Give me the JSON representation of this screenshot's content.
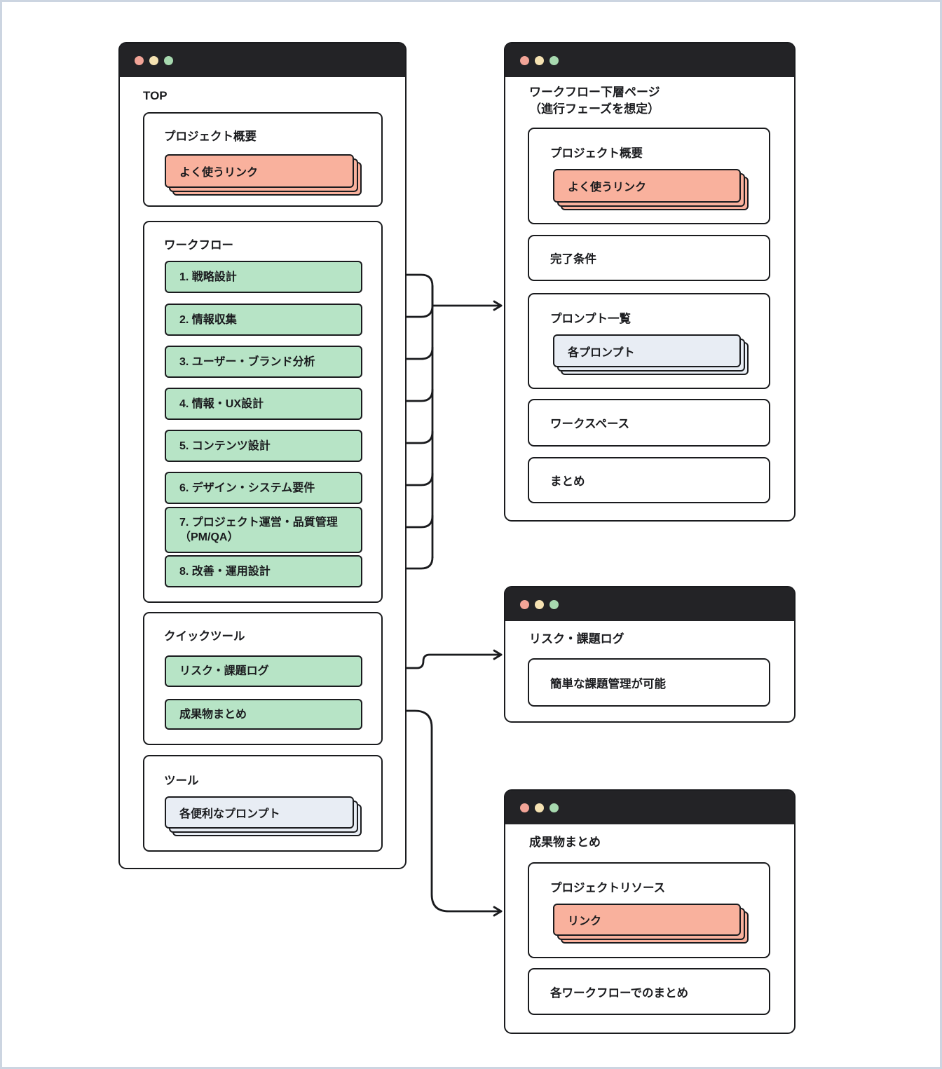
{
  "palette": {
    "ink": "#1a1b1e",
    "titlebar": "#232326",
    "frame": "#ccd5e1",
    "green": "#b7e4c6",
    "salmon": "#f9b19d",
    "light": "#e8edf4",
    "dot_red": "#f2a497",
    "dot_yellow": "#f5e2b2",
    "dot_green": "#a7d9af"
  },
  "windows": {
    "top": {
      "title": "TOP",
      "overview": {
        "label": "プロジェクト概要",
        "card": "よく使うリンク"
      },
      "workflow": {
        "label": "ワークフロー",
        "items": [
          "1. 戦略設計",
          "2. 情報収集",
          "3. ユーザー・ブランド分析",
          "4. 情報・UX設計",
          "5. コンテンツ設計",
          "6. デザイン・システム要件",
          "7. プロジェクト運営・品質管理（PM/QA）",
          "8. 改善・運用設計"
        ]
      },
      "quick_tools": {
        "label": "クイックツール",
        "items": [
          "リスク・課題ログ",
          "成果物まとめ"
        ]
      },
      "tools": {
        "label": "ツール",
        "card": "各便利なプロンプト"
      }
    },
    "workflow_subpage": {
      "title_line1": "ワークフロー下層ページ",
      "title_line2": "（進行フェーズを想定）",
      "overview": {
        "label": "プロジェクト概要",
        "card": "よく使うリンク"
      },
      "completion": "完了条件",
      "prompts": {
        "label": "プロンプト一覧",
        "card": "各プロンプト"
      },
      "workspace": "ワークスペース",
      "summary": "まとめ"
    },
    "risk_log": {
      "title": "リスク・課題ログ",
      "box": "簡単な課題管理が可能"
    },
    "deliverables": {
      "title": "成果物まとめ",
      "resources": {
        "label": "プロジェクトリソース",
        "card": "リンク"
      },
      "box": "各ワークフローでのまとめ"
    }
  },
  "connections": [
    {
      "from": "ワークフロー 1〜8",
      "to": "ワークフロー下層ページ（進行フェーズを想定）"
    },
    {
      "from": "リスク・課題ログ",
      "to": "リスク・課題ログ"
    },
    {
      "from": "成果物まとめ",
      "to": "成果物まとめ"
    }
  ]
}
